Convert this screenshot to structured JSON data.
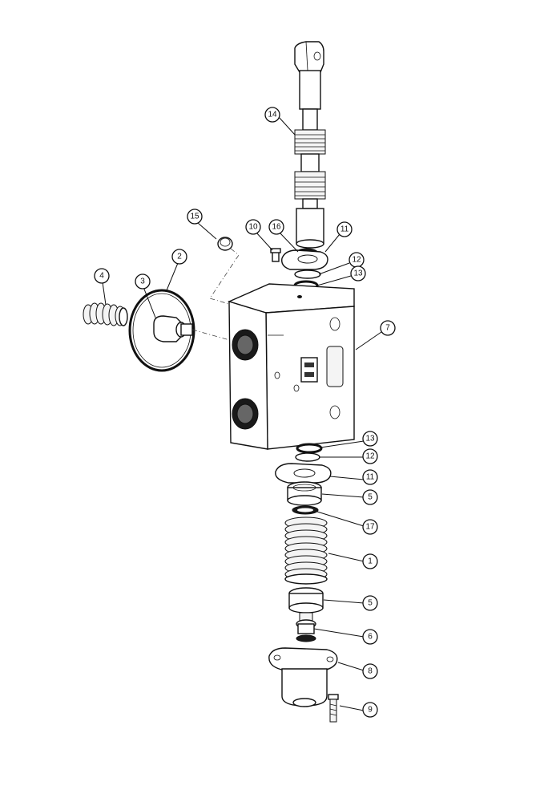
{
  "callouts": [
    {
      "id": "c14",
      "label": "14"
    },
    {
      "id": "c15",
      "label": "15"
    },
    {
      "id": "c10",
      "label": "10"
    },
    {
      "id": "c16",
      "label": "16"
    },
    {
      "id": "c11a",
      "label": "11"
    },
    {
      "id": "c12a",
      "label": "12"
    },
    {
      "id": "c13a",
      "label": "13"
    },
    {
      "id": "c2",
      "label": "2"
    },
    {
      "id": "c4",
      "label": "4"
    },
    {
      "id": "c3",
      "label": "3"
    },
    {
      "id": "c7",
      "label": "7"
    },
    {
      "id": "c13b",
      "label": "13"
    },
    {
      "id": "c12b",
      "label": "12"
    },
    {
      "id": "c11b",
      "label": "11"
    },
    {
      "id": "c5a",
      "label": "5"
    },
    {
      "id": "c17",
      "label": "17"
    },
    {
      "id": "c1",
      "label": "1"
    },
    {
      "id": "c5b",
      "label": "5"
    },
    {
      "id": "c6",
      "label": "6"
    },
    {
      "id": "c8",
      "label": "8"
    },
    {
      "id": "c9",
      "label": "9"
    }
  ]
}
